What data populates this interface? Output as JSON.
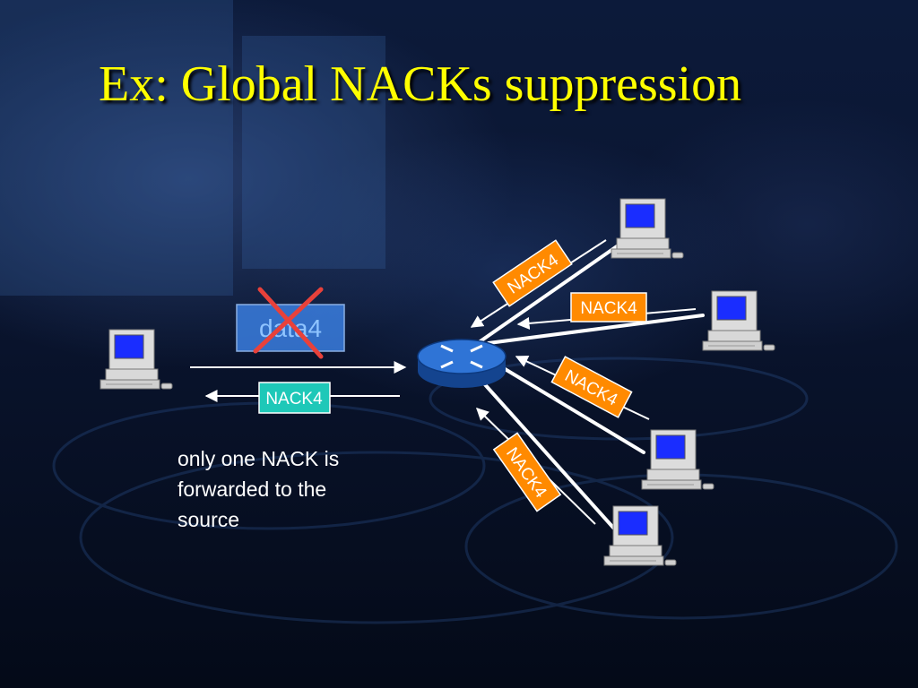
{
  "slide": {
    "title": "Ex: Global NACKs suppression",
    "caption_lines": [
      "only one NACK is",
      "forwarded to the",
      "source"
    ]
  },
  "diagram": {
    "data_packet_label": "data4",
    "source_nack_label": "NACK4",
    "receiver_nack_labels": [
      "NACK4",
      "NACK4",
      "NACK4",
      "NACK4"
    ]
  },
  "colors": {
    "title": "#ffff00",
    "data_box": "#3a7ee0",
    "data_text": "#8fc4ff",
    "cross": "#e8413a",
    "source_nack_fill": "#1ec8b8",
    "receiver_nack_fill": "#ff8a00",
    "router": "#1f5fbf"
  },
  "icons": [
    "computer-icon",
    "router-icon",
    "strike-cross-icon"
  ]
}
